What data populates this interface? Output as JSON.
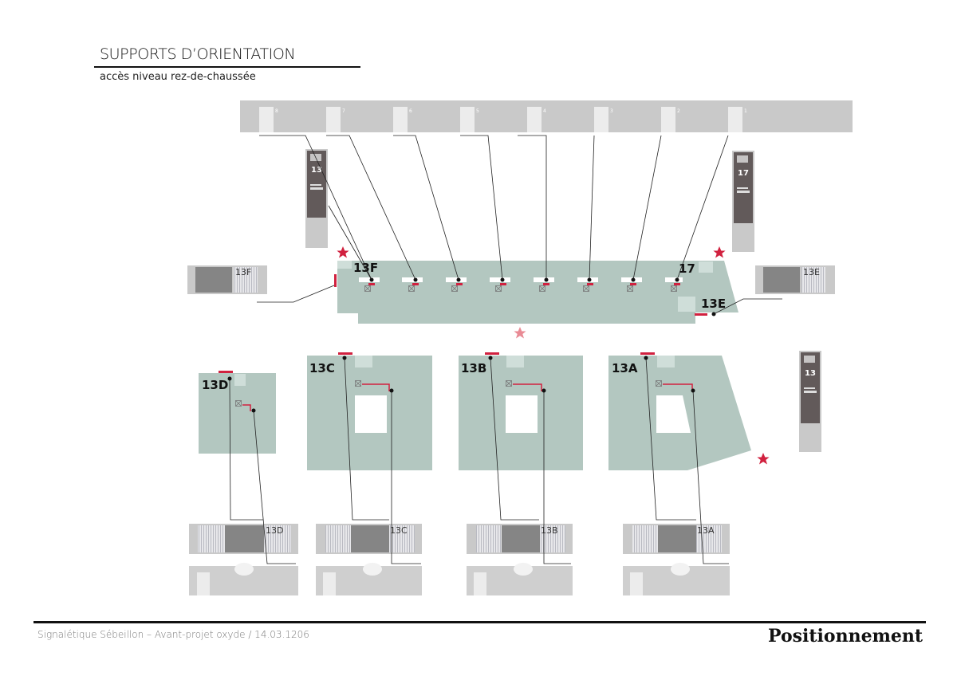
{
  "header": {
    "title": "SUPPORTS D’ORIENTATION",
    "subtitle": "accès niveau rez-de-chaussée"
  },
  "footer": {
    "left_text": "Signalétique Sébeillon – Avant-projet oxyde / 14.03.1206",
    "right_text": "Positionnement"
  },
  "colors": {
    "area_fill": "#b3c7c0",
    "area_light": "#cfded9",
    "panel_gray": "#c9c9c9",
    "panel_dark": "#858585",
    "totem_dark": "#625a5a",
    "accent_red": "#d1213f",
    "star_light": "#e98b95",
    "line": "#222222"
  },
  "elevation_top": {
    "door_numbers": [
      "8",
      "7",
      "6",
      "5",
      "4",
      "3",
      "2",
      "1"
    ]
  },
  "totems": [
    {
      "number": "13",
      "id": "totem-13"
    },
    {
      "number": "17",
      "id": "totem-17"
    },
    {
      "number": "13",
      "id": "totem-13-right"
    }
  ],
  "zones": {
    "13F": "13F",
    "17": "17",
    "13E": "13E",
    "13D": "13D",
    "13C": "13C",
    "13B": "13B",
    "13A": "13A"
  },
  "elevation_bottom": [
    {
      "label": "13D"
    },
    {
      "label": "13C"
    },
    {
      "label": "13B"
    },
    {
      "label": "13A"
    }
  ],
  "elevation_side": [
    {
      "label": "13F"
    },
    {
      "label": "13E"
    }
  ]
}
